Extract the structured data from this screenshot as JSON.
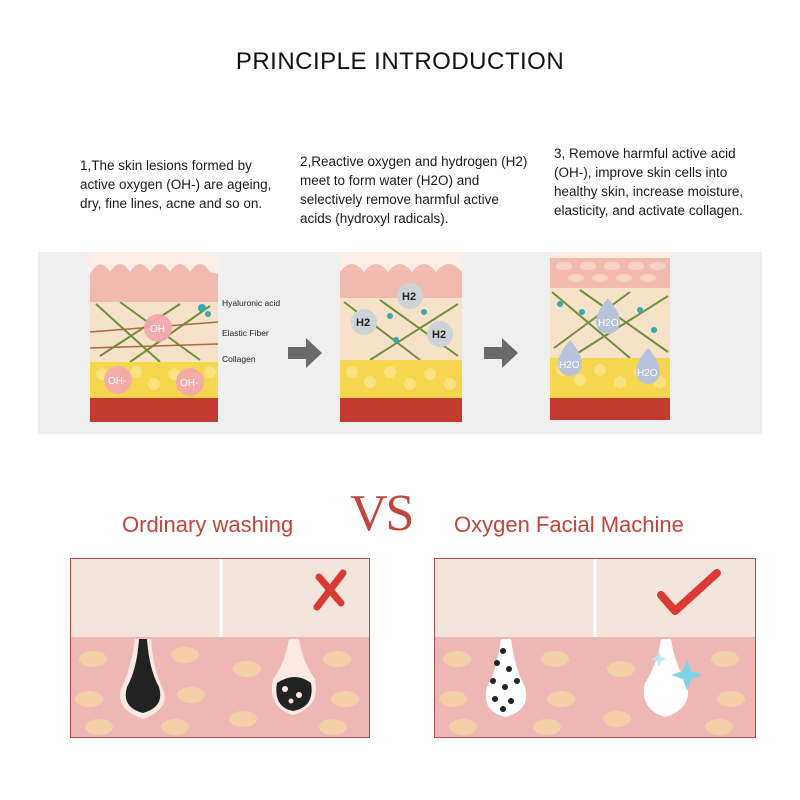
{
  "title": "PRINCIPLE INTRODUCTION",
  "steps": [
    {
      "text": "1,The skin lesions formed by active oxygen (OH-) are ageing, dry, fine lines, acne and so on."
    },
    {
      "text": "2,Reactive oxygen and hydrogen (H2) meet to form water (H2O) and selectively remove harmful active acids (hydroxyl radicals)."
    },
    {
      "text": "3, Remove harmful active acid (OH-), improve skin cells into healthy skin, increase moisture, elasticity, and activate collagen."
    }
  ],
  "legend": {
    "hyaluronic": "Hyaluronic acid",
    "elastic": "Elastic Fiber",
    "collagen": "Collagen"
  },
  "molecules": {
    "oh": "OH-",
    "h2": "H2",
    "h2o": "H2O"
  },
  "comparison": {
    "left_label": "Ordinary washing",
    "vs": "VS",
    "right_label": "Oxygen Facial Machine"
  },
  "colors": {
    "accent_red": "#c0453b",
    "skin_pink": "#efb4b2",
    "fat_yellow": "#f3da6a"
  }
}
